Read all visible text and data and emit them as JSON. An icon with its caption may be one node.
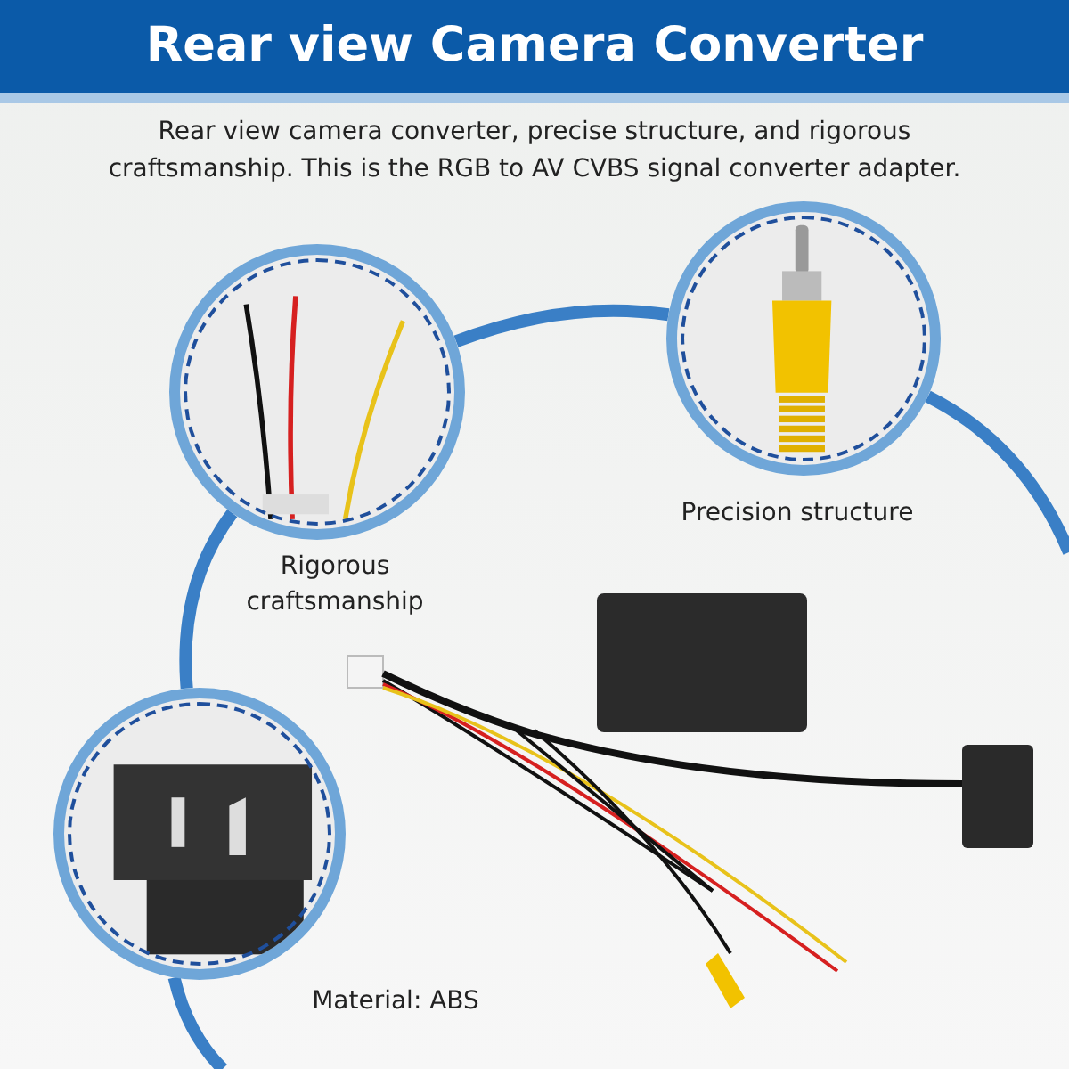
{
  "diagram": {
    "title": "Rear view Camera Converter",
    "nodes": [
      {
        "text": [],
        "shape": "picture",
        "beside": [
          "Rigorous craftsmanship"
        ]
      },
      {
        "text": [],
        "shape": "picture",
        "beside": [
          "Precision structure"
        ]
      },
      {
        "text": [],
        "shape": "picture",
        "beside": [
          "Material: ABS"
        ]
      }
    ],
    "edges": [
      {
        "from": 0,
        "to": 1,
        "arrow": "none"
      },
      {
        "from": 0,
        "to": 2,
        "arrow": "none"
      }
    ],
    "labels": [
      "Rear view camera converter, precise structure, and rigorous craftsmanship. This is the RGB to AV CVBS signal converter adapter."
    ]
  }
}
